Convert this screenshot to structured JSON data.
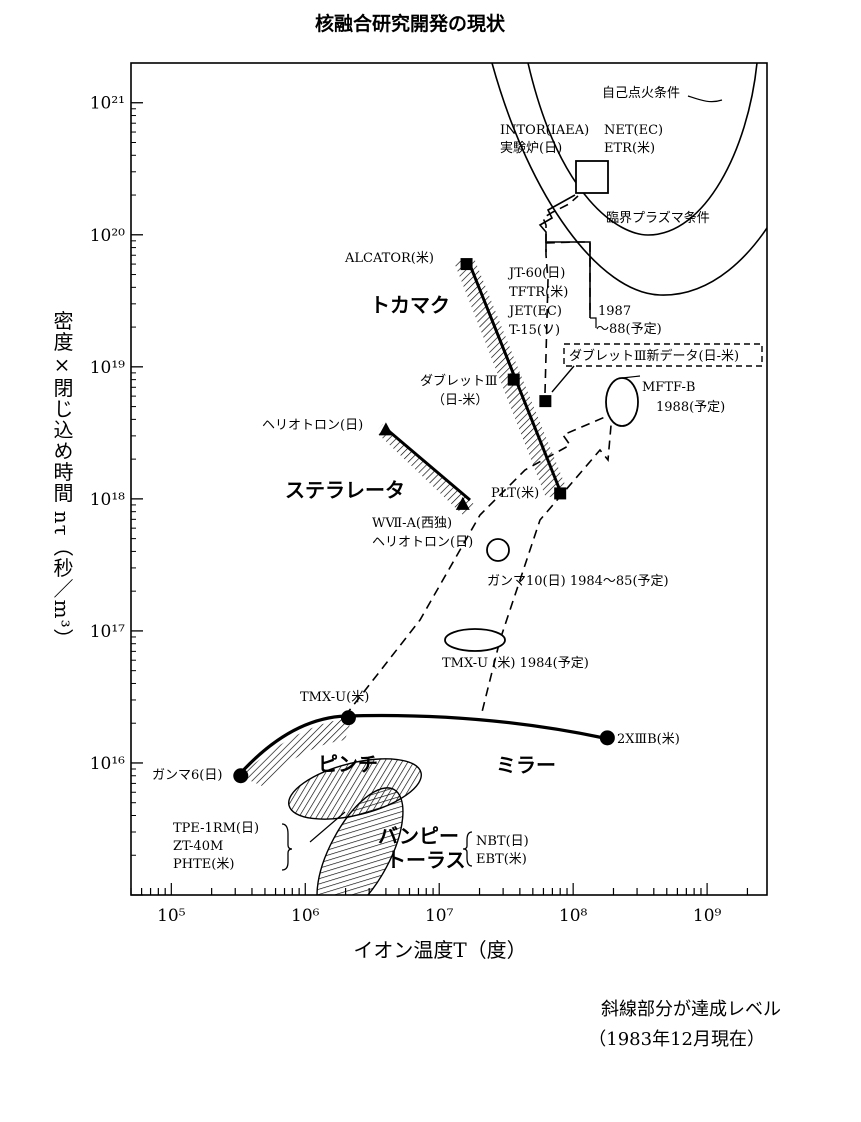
{
  "chart_data": {
    "type": "scatter",
    "title": "核融合研究開発の現状",
    "xlabel": "イオン温度T（度）",
    "ylabel": "密度×閉じ込め時間 nτ（秒／m³）",
    "xscale": "log",
    "yscale": "log",
    "xlim": [
      50000,
      2800000000
    ],
    "ylim": [
      1000000000000000.0,
      2e+21
    ],
    "x_ticks": [
      "10⁵",
      "10⁶",
      "10⁷",
      "10⁸",
      "10⁹"
    ],
    "y_ticks": [
      "10¹⁶",
      "10¹⁷",
      "10¹⁸",
      "10¹⁹",
      "10²⁰",
      "10²¹"
    ],
    "grid": false,
    "curves": [
      {
        "name": "自己点火条件"
      },
      {
        "name": "臨界プラズマ条件"
      }
    ],
    "tokamak": {
      "label": "トカマク",
      "points": [
        {
          "label": "ALCATOR(米)",
          "x": 16000000,
          "y": 6e+19
        },
        {
          "label": "ダブレットⅢ",
          "label2": "（日-米）",
          "x": 36000000,
          "y": 8e+18
        },
        {
          "label": "PLT(米)",
          "x": 80000000,
          "y": 1.1e+18
        }
      ]
    },
    "stellarator": {
      "label": "ステラレータ",
      "points": [
        {
          "label": "ヘリオトロン(日)",
          "x": 4000000,
          "y": 3.3e+18
        },
        {
          "label": "WⅦ-A(西独)",
          "x": 15000000,
          "y": 9e+17
        }
      ]
    },
    "mirror": {
      "label": "ミラー",
      "points": [
        {
          "label": "ガンマ6(日)",
          "x": 330000,
          "y": 8000000000000000.0
        },
        {
          "label": "TMX-U(米)",
          "x": 2100000,
          "y": 2.2e+16
        },
        {
          "label": "2ⅩⅢB(米)",
          "x": 180000000,
          "y": 1.55e+16
        }
      ]
    },
    "pinch_label": "ピンチ",
    "bumpy_label": "バンピー",
    "torus_label": "トーラス",
    "pinch_devices": [
      "TPE-1RM(日)",
      "ZT-40M",
      "PHTE(米)"
    ],
    "bumpy_devices": [
      "NBT(日)",
      "EBT(米)"
    ],
    "planned": [
      {
        "label": "ヘリオトロン(日)",
        "x": 28000000,
        "y": 3.8e+17
      },
      {
        "label": "ガンマ10(日)",
        "label2": "1984～85(予定)",
        "x": 28000000,
        "y": 3.8e+17
      },
      {
        "label": "TMX-U",
        "label2": "(米)",
        "label3": "1984(予定)",
        "x": 28000000,
        "y": 9e+16
      },
      {
        "label": "MFTF-B",
        "label2": "1988(予定)",
        "x": 210000000,
        "y": 4.5e+18
      },
      {
        "label": "ダブレットⅢ新データ(日-米)",
        "x": 62000000,
        "y": 5.5e+18
      }
    ],
    "large_tokamaks": [
      "JT-60(日)",
      "TFTR(米)",
      "JET(EC)",
      "T-15(ソ)"
    ],
    "large_tokamaks_schedule": [
      "1987",
      "～88(予定)"
    ],
    "next_devices": [
      "INTOR(IAEA)",
      "実験炉(日)"
    ],
    "next_devices_right": [
      "NET(EC)",
      "ETR(米)"
    ]
  },
  "notes": {
    "hatched": "斜線部分が達成レベル",
    "as_of": "（1983年12月現在）"
  }
}
